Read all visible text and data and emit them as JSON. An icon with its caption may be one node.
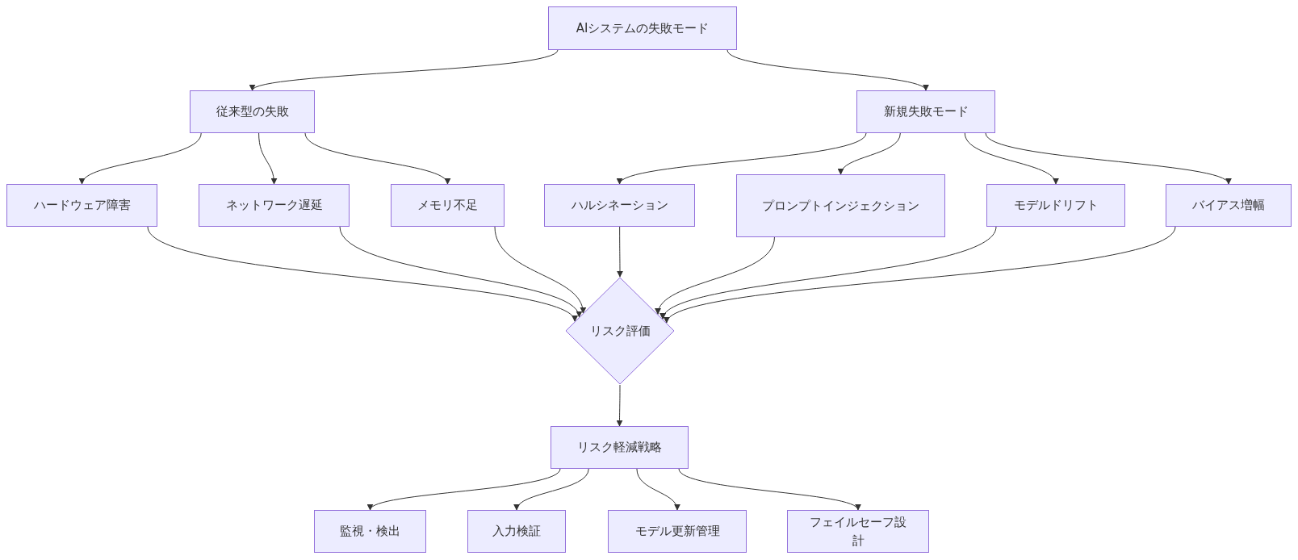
{
  "diagram": {
    "nodes": [
      {
        "text": [
          "AIシステムの失敗モード"
        ]
      },
      {
        "text": [
          "従来型の失敗"
        ]
      },
      {
        "text": [
          "新規失敗モード"
        ]
      },
      {
        "text": [
          "ハードウェア障害"
        ]
      },
      {
        "text": [
          "ネットワーク遅延"
        ]
      },
      {
        "text": [
          "メモリ不足"
        ]
      },
      {
        "text": [
          "ハルシネーション"
        ]
      },
      {
        "text": [
          "プロンプトインジェクション"
        ]
      },
      {
        "text": [
          "モデルドリフト"
        ]
      },
      {
        "text": [
          "バイアス増幅"
        ]
      },
      {
        "text": [
          "リスク評価"
        ]
      },
      {
        "text": [
          "リスク軽減戦略"
        ]
      },
      {
        "text": [
          "監視・検出"
        ]
      },
      {
        "text": [
          "入力検証"
        ]
      },
      {
        "text": [
          "モデル更新管理"
        ]
      },
      {
        "text": [
          "フェイルセーフ設計"
        ]
      }
    ],
    "edges": [
      {
        "from": 0,
        "to": 1,
        "arrow": "to"
      },
      {
        "from": 0,
        "to": 2,
        "arrow": "to"
      },
      {
        "from": 1,
        "to": 3,
        "arrow": "to"
      },
      {
        "from": 1,
        "to": 4,
        "arrow": "to"
      },
      {
        "from": 1,
        "to": 5,
        "arrow": "to"
      },
      {
        "from": 2,
        "to": 6,
        "arrow": "to"
      },
      {
        "from": 2,
        "to": 7,
        "arrow": "to"
      },
      {
        "from": 2,
        "to": 8,
        "arrow": "to"
      },
      {
        "from": 2,
        "to": 9,
        "arrow": "to"
      },
      {
        "from": 3,
        "to": 10,
        "arrow": "to"
      },
      {
        "from": 4,
        "to": 10,
        "arrow": "to"
      },
      {
        "from": 5,
        "to": 10,
        "arrow": "to"
      },
      {
        "from": 6,
        "to": 10,
        "arrow": "to"
      },
      {
        "from": 7,
        "to": 10,
        "arrow": "to"
      },
      {
        "from": 8,
        "to": 10,
        "arrow": "to"
      },
      {
        "from": 9,
        "to": 10,
        "arrow": "to"
      },
      {
        "from": 10,
        "to": 11,
        "arrow": "to"
      },
      {
        "from": 11,
        "to": 12,
        "arrow": "to"
      },
      {
        "from": 11,
        "to": 13,
        "arrow": "to"
      },
      {
        "from": 11,
        "to": 14,
        "arrow": "to"
      },
      {
        "from": 11,
        "to": 15,
        "arrow": "to"
      }
    ]
  }
}
